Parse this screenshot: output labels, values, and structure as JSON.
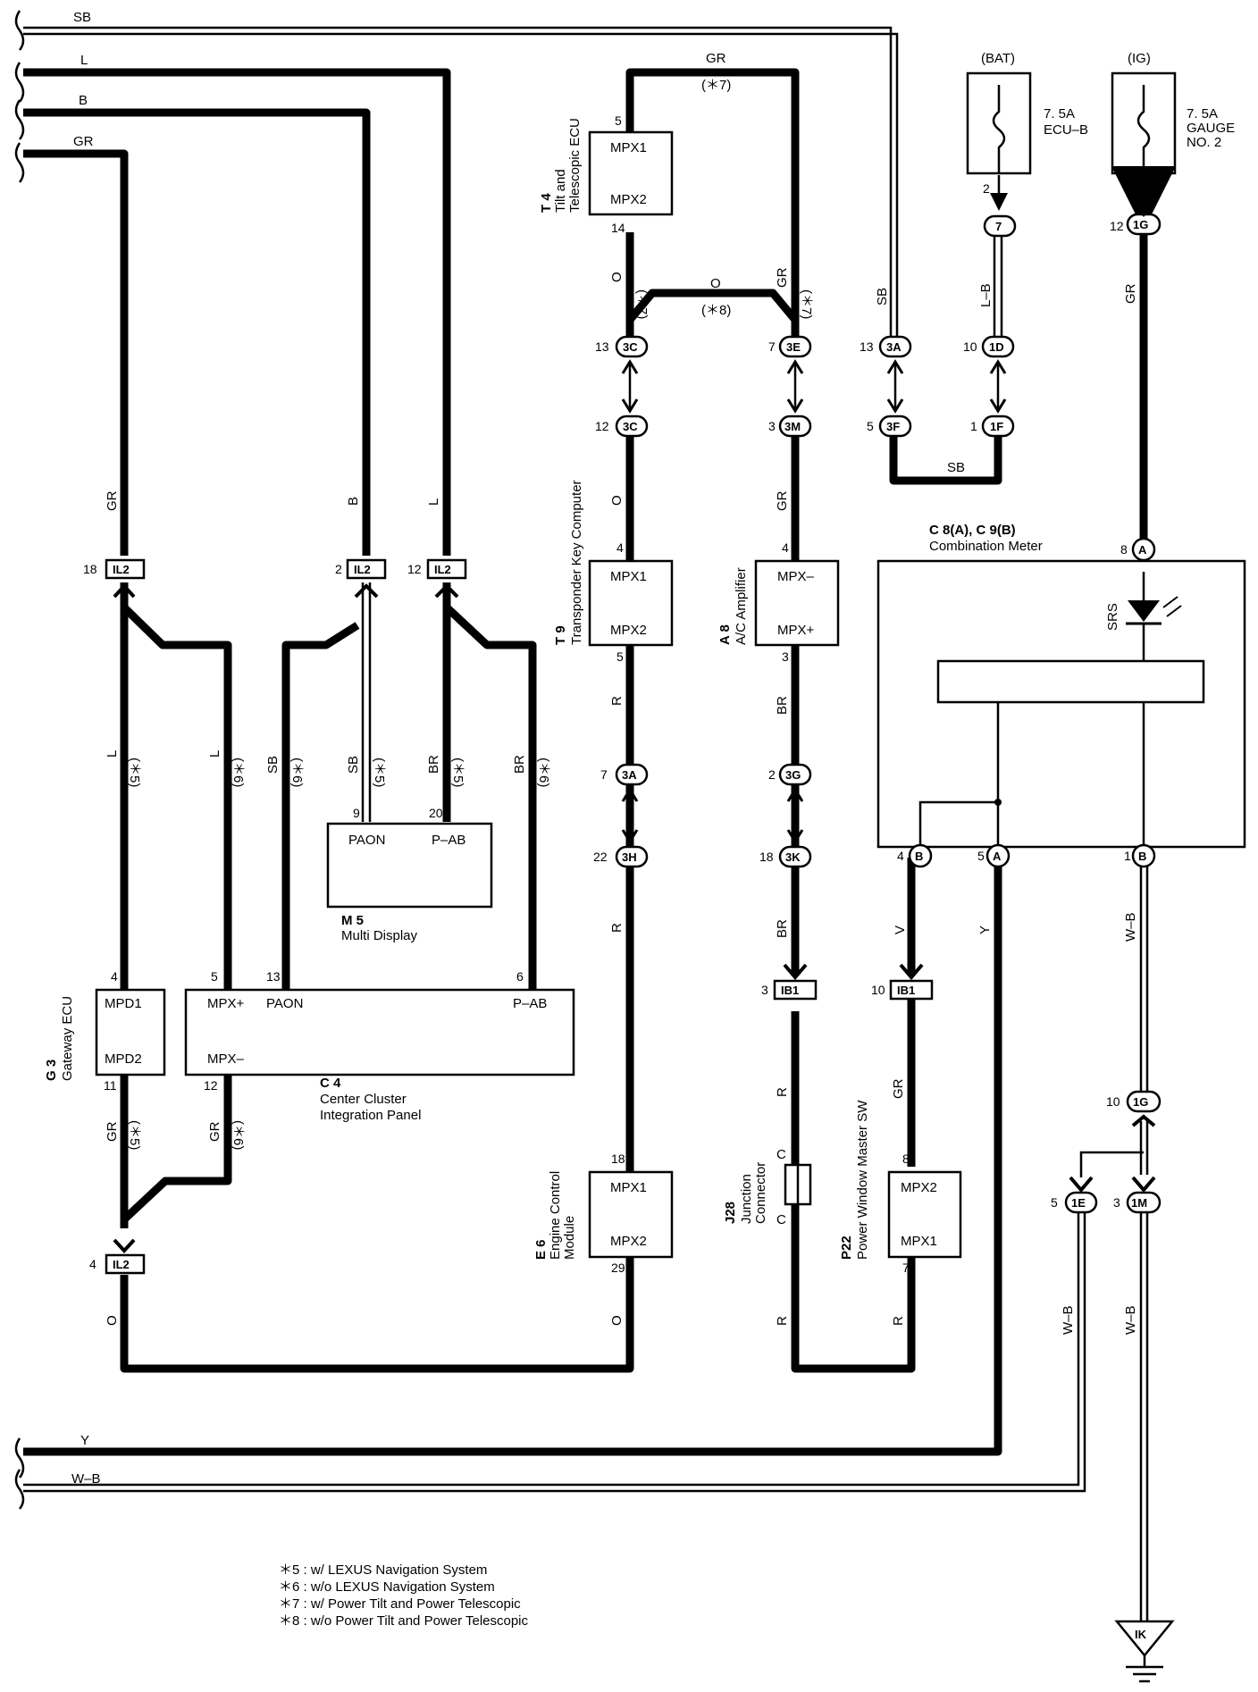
{
  "wire_colors": {
    "sb": "SB",
    "l": "L",
    "b": "B",
    "gr": "GR",
    "o": "O",
    "r": "R",
    "br": "BR",
    "lb": "L–B",
    "v": "V",
    "y": "Y",
    "wb": "W–B"
  },
  "fuses": [
    {
      "source": "(BAT)",
      "rating": "7. 5A",
      "name": "ECU–B",
      "pin": "2",
      "conn": "7"
    },
    {
      "source": "(IG)",
      "rating": "7. 5A",
      "name": "GAUGE",
      "name2": "NO. 2",
      "pin": "12",
      "conn": "1G"
    }
  ],
  "notes": {
    "n5": "＊5 : w/ LEXUS Navigation System",
    "n6": "＊6 : w/o LEXUS Navigation System",
    "n7": "＊7 : w/ Power Tilt and Power Telescopic",
    "n8": "＊8 : w/o Power Tilt and Power Telescopic",
    "s5": "(＊5)",
    "s6": "(＊6)",
    "s7": "(＊7)",
    "s8": "(＊8)"
  },
  "components": {
    "t4": {
      "code": "T 4",
      "name1": "Tilt and",
      "name2": "Telescopic ECU",
      "p1": "MPX1",
      "p2": "MPX2",
      "pin_top": "5",
      "pin_bottom": "14"
    },
    "t9": {
      "code": "T 9",
      "name": "Transponder Key Computer",
      "p1": "MPX1",
      "p2": "MPX2",
      "pin_top": "4",
      "pin_bottom": "5"
    },
    "a8": {
      "code": "A 8",
      "name": "A/C Amplifier",
      "p1": "MPX–",
      "p2": "MPX+",
      "pin_top": "4",
      "pin_bottom": "3"
    },
    "m5": {
      "code": "M 5",
      "name": "Multi Display",
      "p1": "PAON",
      "p2": "P–AB",
      "pin1": "9",
      "pin2": "20"
    },
    "g3": {
      "code": "G 3",
      "name": "Gateway ECU",
      "p1": "MPD1",
      "p2": "MPD2",
      "pin_top": "4",
      "pin_bottom": "11"
    },
    "c4": {
      "code": "C 4",
      "name1": "Center Cluster",
      "name2": "Integration Panel",
      "p1": "MPX+",
      "p2": "MPX–",
      "p3": "PAON",
      "p4": "P–AB",
      "pin1": "5",
      "pin2": "12",
      "pin3": "13",
      "pin4": "6"
    },
    "e6": {
      "code": "E 6",
      "name1": "Engine Control",
      "name2": "Module",
      "p1": "MPX1",
      "p2": "MPX2",
      "pin_top": "18",
      "pin_bottom": "29"
    },
    "j28": {
      "code": "J28",
      "name1": "Junction",
      "name2": "Connector",
      "c": "C"
    },
    "p22": {
      "code": "P22",
      "name": "Power Window Master SW",
      "p1": "MPX2",
      "p2": "MPX1",
      "pin_top": "8",
      "pin_bottom": "7"
    },
    "c8": {
      "code": "C 8(A), C 9(B)",
      "name": "Combination Meter",
      "srs": "SRS",
      "pin8": "8",
      "pin4": "4",
      "pin5": "5",
      "pin1": "1",
      "a": "A",
      "b": "B"
    }
  },
  "connectors": {
    "il2_18": {
      "pin": "18",
      "id": "IL2"
    },
    "il2_2": {
      "pin": "2",
      "id": "IL2"
    },
    "il2_12": {
      "pin": "12",
      "id": "IL2"
    },
    "il2_4": {
      "pin": "4",
      "id": "IL2"
    },
    "c3c_13": {
      "pin": "13",
      "id": "3C"
    },
    "c3c_12": {
      "pin": "12",
      "id": "3C"
    },
    "c3e_7": {
      "pin": "7",
      "id": "3E"
    },
    "c3m_3": {
      "pin": "3",
      "id": "3M"
    },
    "c3a_13": {
      "pin": "13",
      "id": "3A"
    },
    "c3f_5": {
      "pin": "5",
      "id": "3F"
    },
    "c1d_10": {
      "pin": "10",
      "id": "1D"
    },
    "c1f_1": {
      "pin": "1",
      "id": "1F"
    },
    "c3a_7": {
      "pin": "7",
      "id": "3A"
    },
    "c3h_22": {
      "pin": "22",
      "id": "3H"
    },
    "c3g_2": {
      "pin": "2",
      "id": "3G"
    },
    "c3k_18": {
      "pin": "18",
      "id": "3K"
    },
    "ib1_3": {
      "pin": "3",
      "id": "IB1"
    },
    "ib1_10": {
      "pin": "10",
      "id": "IB1"
    },
    "c1g_10": {
      "pin": "10",
      "id": "1G"
    },
    "c1e_5": {
      "pin": "5",
      "id": "1E"
    },
    "c1m_3": {
      "pin": "3",
      "id": "1M"
    }
  },
  "ground": "IK"
}
